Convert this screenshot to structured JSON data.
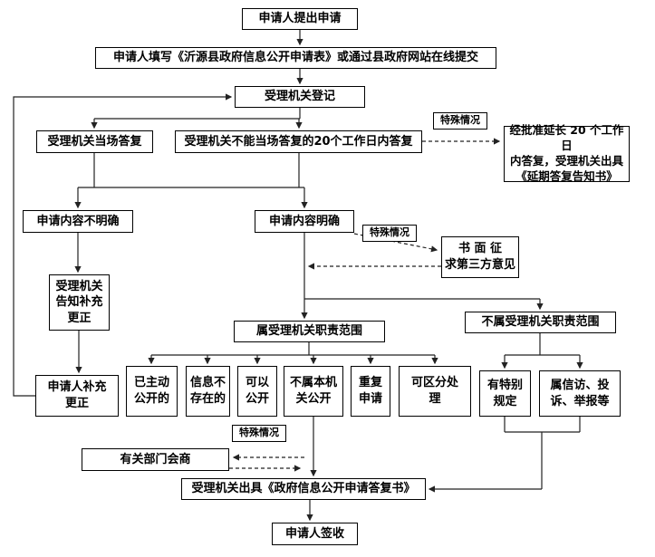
{
  "nodes": {
    "start": "申请人提出申请",
    "fill_form": "申请人填写《沂源县政府信息公开申请表》或通过县政府网站在线提交",
    "register": "受理机关登记",
    "onspot_reply": "受理机关当场答复",
    "reply_20days": "受理机关不能当场答复的20个工作日内答复",
    "special1": "特殊情况",
    "extend": "经批准延长 20 个工作日\n内答复，受理机关出具\n《延期答复告知书》",
    "unclear": "申请内容不明确",
    "clear": "申请内容明确",
    "special2": "特殊情况",
    "third_party": "书 面 征\n求第三方意见",
    "notify_supplement": "受理机关\n告知补充\n更正",
    "supplement": "申请人补充\n更正",
    "in_scope": "属受理机关职责范围",
    "out_scope": "不属受理机关职责范围",
    "published": "已主动\n公开的",
    "not_exist": "信息不\n存在的",
    "can_open": "可以\n公开",
    "not_this_org": "不属本机\n关公开",
    "repeat_apply": "重复\n申请",
    "separable": "可区分处\n理",
    "special_rule": "有特别\n规定",
    "petition": "属信访、投\n诉、举报等",
    "special3": "特殊情况",
    "consult": "有关部门会商",
    "issue_reply": "受理机关出具《政府信息公开申请答复书》",
    "sign": "申请人签收"
  }
}
